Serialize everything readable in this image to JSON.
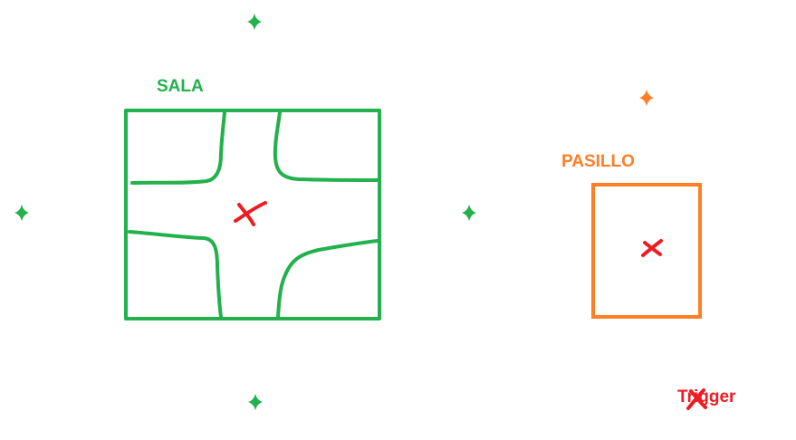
{
  "rooms": [
    {
      "label": "SALA",
      "color": "#22b14c"
    },
    {
      "label": "PASILLO",
      "color": "#ff7f27"
    }
  ],
  "legend": {
    "label": "Trigger",
    "color": "#ed1c24",
    "marker_icon": "x-mark-icon"
  },
  "sparkle_icon": "sparkle-plus-icon"
}
